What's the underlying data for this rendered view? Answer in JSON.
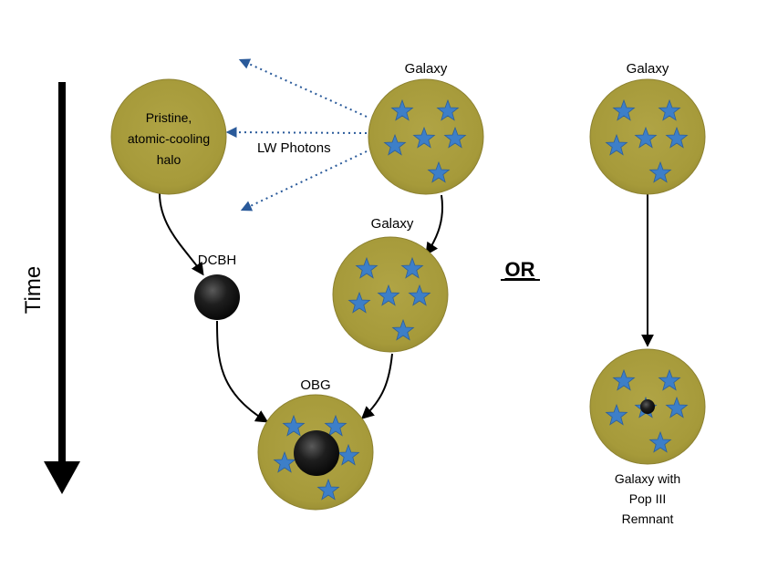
{
  "time_axis": {
    "label": "Time"
  },
  "nodes": {
    "pristine_halo": {
      "label_lines": [
        "Pristine,",
        "atomic-cooling",
        "halo"
      ]
    },
    "galaxy_top": {
      "label": "Galaxy"
    },
    "galaxy_middle": {
      "label": "Galaxy"
    },
    "dcbh": {
      "label": "DCBH"
    },
    "obg": {
      "label": "OBG"
    },
    "galaxy_right": {
      "label": "Galaxy"
    },
    "galaxy_remnant": {
      "label_lines": [
        "Galaxy with",
        "Pop III",
        "Remnant"
      ]
    }
  },
  "photons": {
    "label": "LW Photons"
  },
  "separator": {
    "label": "OR"
  },
  "colors": {
    "halo_fill": "#a69a3a",
    "halo_edge": "#8c8130",
    "star": "#3d7fc8",
    "photon_arrow": "#2a5a9a",
    "black_hole": "#1a1a1a",
    "arrow": "#000000"
  }
}
